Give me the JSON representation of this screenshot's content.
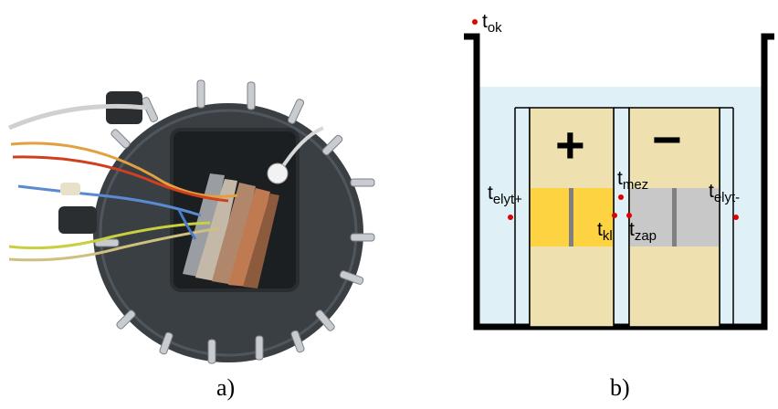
{
  "captions": {
    "a": "a)",
    "b": "b)"
  },
  "labels": {
    "t_ok": {
      "main": "t",
      "sub": "ok"
    },
    "t_mez": {
      "main": "t",
      "sub": "mez"
    },
    "t_elyt_plus": {
      "main": "t",
      "sub": "elyt+"
    },
    "t_kl": {
      "main": "t",
      "sub": "kl"
    },
    "t_zap": {
      "main": "t",
      "sub": "zap"
    },
    "t_elyt_minus": {
      "main": "t",
      "sub": "elyt-"
    }
  },
  "electrode_signs": {
    "positive": "+",
    "negative": "−"
  },
  "colors": {
    "electrolyte": "#dff0f7",
    "electrode_paste": "#efe0b0",
    "active_positive": "#fdd342",
    "active_negative": "#c8c8c8",
    "grid_bar": "#808080",
    "vessel": "#000000",
    "sensor_dot": "#e00000",
    "plate_body": "#3a3f44"
  }
}
